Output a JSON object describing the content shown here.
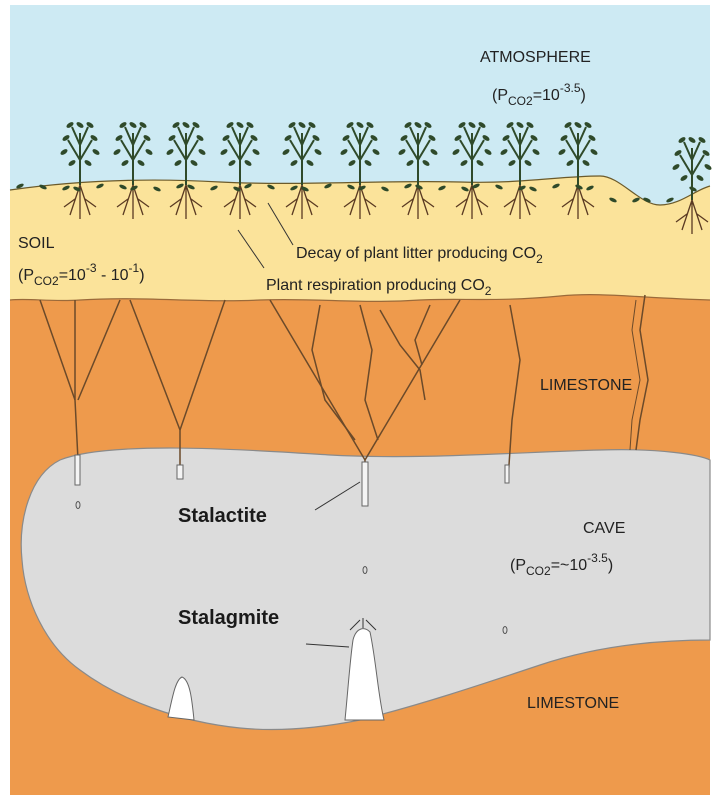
{
  "atmosphere": {
    "label": "ATMOSPHERE",
    "pco2_p": "(P",
    "pco2_sub": "CO2",
    "pco2_eq": "=10",
    "pco2_exp": "-3.5",
    "pco2_close": ")"
  },
  "soil": {
    "label": "SOIL",
    "pco2_p": "(P",
    "pco2_sub": "CO2",
    "pco2_eq": "=10",
    "pco2_exp1": "-3",
    "pco2_mid": " - 10",
    "pco2_exp2": "-1",
    "pco2_close": ")"
  },
  "annotations": {
    "decay_text": "Decay of plant litter producing CO",
    "decay_sub": "2",
    "respiration_text": "Plant respiration producing CO",
    "respiration_sub": "2"
  },
  "limestone_upper": "LIMESTONE",
  "limestone_lower": "LIMESTONE",
  "cave": {
    "label": "CAVE",
    "pco2_p": "(P",
    "pco2_sub": "CO2",
    "pco2_eq": "=~10",
    "pco2_exp": "-3.5",
    "pco2_close": ")"
  },
  "stalactite_label": "Stalactite",
  "stalagmite_label": "Stalagmite",
  "colors": {
    "sky": "#cdeaf3",
    "soil": "#fbe39a",
    "limestone": "#ee9a4c",
    "cave": "#dcdcdc",
    "plant": "#2f4a2a",
    "root": "#5a3a22"
  }
}
